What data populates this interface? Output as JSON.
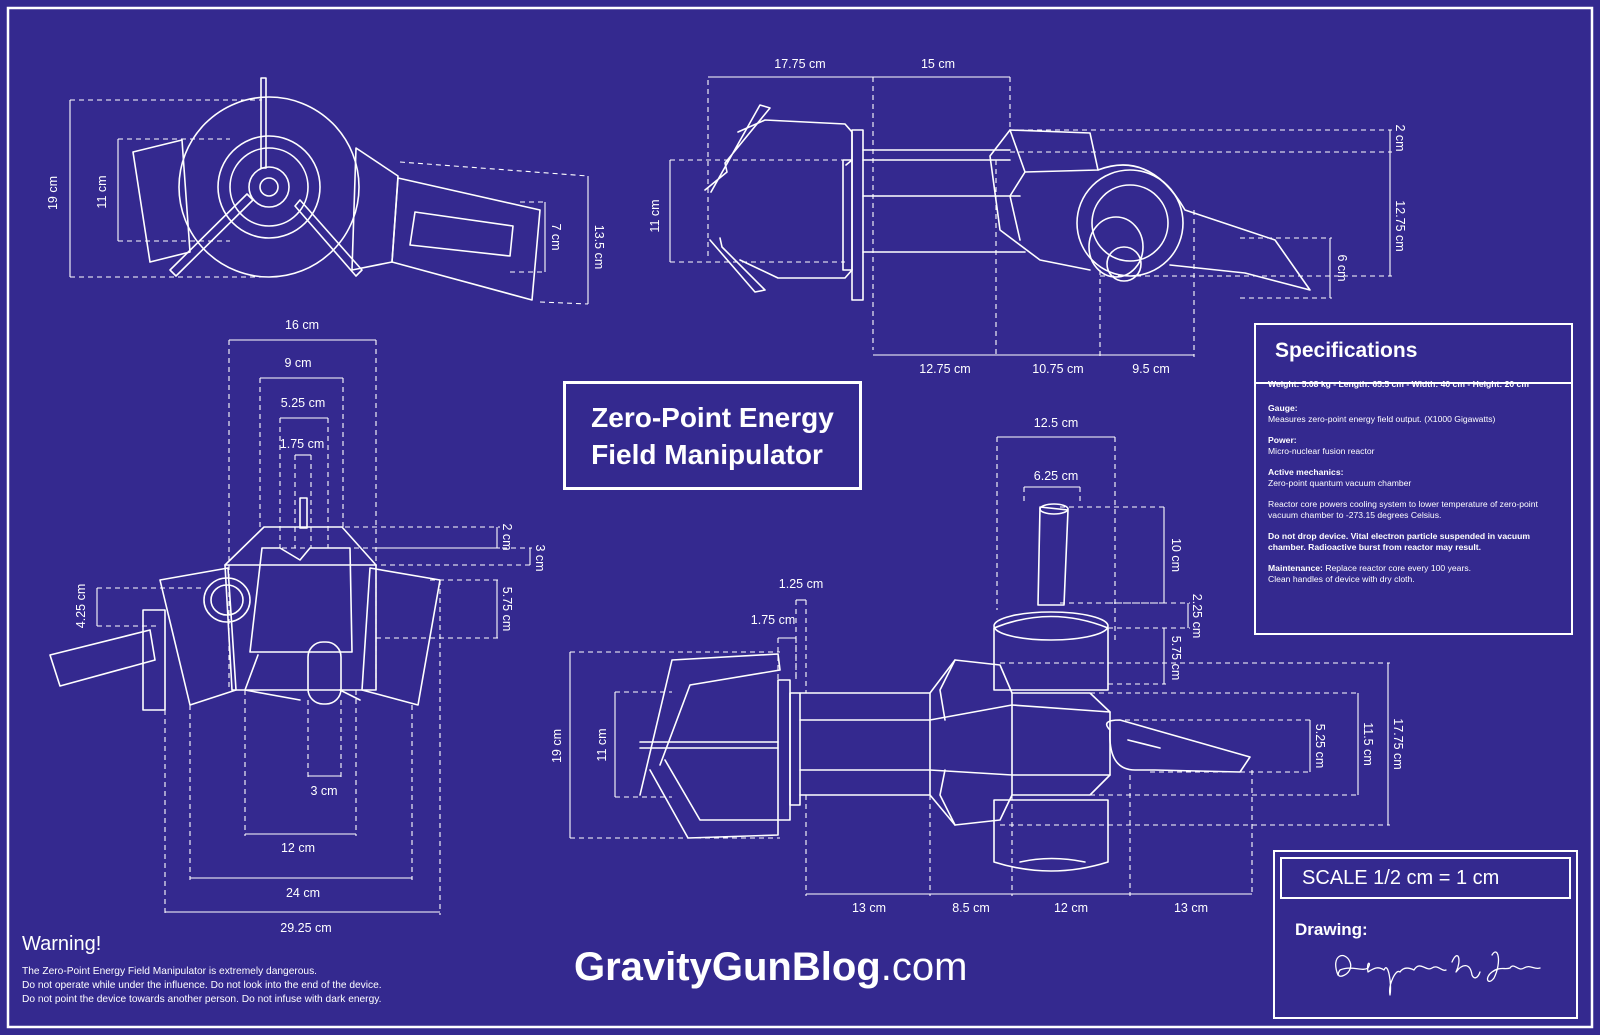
{
  "title": {
    "line1": "Zero-Point Energy",
    "line2": "Field Manipulator"
  },
  "specifications": {
    "heading": "Specifications",
    "summary": "Weight: 5.08 kg - Length: 65.5 cm - Width: 40 cm - Height: 20 cm",
    "gauge_label": "Gauge:",
    "gauge_text": "Measures zero-point energy field output. (X1000 Gigawatts)",
    "power_label": "Power:",
    "power_text": "Micro-nuclear fusion reactor",
    "active_label": "Active mechanics:",
    "active_text": "Zero-point quantum vacuum chamber",
    "reactor_text": "Reactor core powers cooling system to lower temperature of zero-point vacuum chamber to -273.15 degrees Celsius.",
    "drop_warning": "Do not drop device. Vital electron particle suspended in vacuum chamber. Radioactive burst from reactor may result.",
    "maintenance_label": "Maintenance:",
    "maintenance_text": "Replace reactor core every 100 years.",
    "maintenance_text2": "Clean handles of device with dry cloth."
  },
  "warning": {
    "heading": "Warning!",
    "line1": "The Zero-Point Energy Field Manipulator is extremely dangerous.",
    "line2": "Do not operate while under the influence. Do not look into the end of the device.",
    "line3": "Do not point the device towards another person. Do not infuse with dark energy."
  },
  "site": {
    "brand": "GravityGunBlog",
    "tld": ".com"
  },
  "scale": {
    "label": "SCALE 1/2 cm = 1 cm",
    "drawing_label": "Drawing:",
    "signature": "Benjamin K. Jones"
  },
  "dimensions": {
    "front_view": [
      "19 cm",
      "11 cm",
      "7 cm",
      "13.5 cm"
    ],
    "side_view": [
      "17.75 cm",
      "15 cm",
      "2 cm",
      "12.75 cm",
      "11 cm",
      "6 cm",
      "12.75 cm",
      "10.75 cm",
      "9.5 cm"
    ],
    "top_view": [
      "16 cm",
      "9 cm",
      "5.25 cm",
      "1.75 cm",
      "2 cm",
      "3 cm",
      "4.25 cm",
      "5.75 cm",
      "3 cm",
      "12 cm",
      "24 cm",
      "29.25 cm"
    ],
    "bottom_view": [
      "12.5 cm",
      "6.25 cm",
      "10 cm",
      "2.25 cm",
      "5.75 cm",
      "1.25 cm",
      "1.75 cm",
      "19 cm",
      "11 cm",
      "5.25 cm",
      "11.5 cm",
      "17.75 cm",
      "13 cm",
      "8.5 cm",
      "12 cm",
      "13 cm"
    ]
  }
}
